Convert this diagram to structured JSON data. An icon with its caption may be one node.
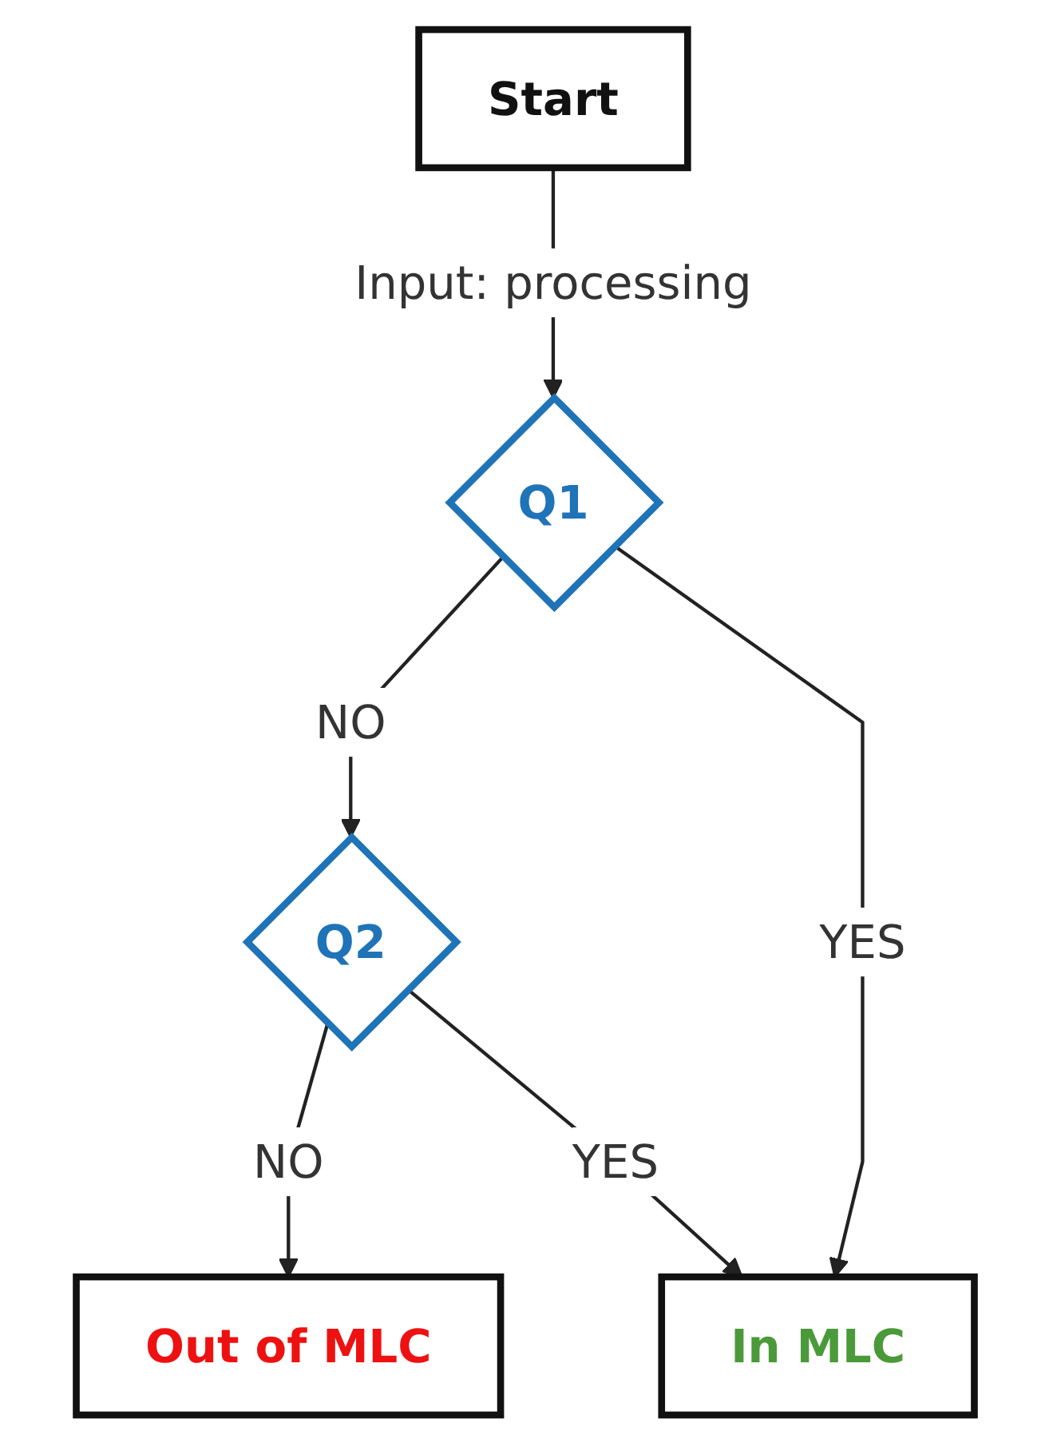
{
  "diagram": {
    "nodes": [
      {
        "text": [
          "Start"
        ]
      },
      {
        "text": [
          "Q1"
        ]
      },
      {
        "text": [
          "Q2"
        ]
      },
      {
        "text": [
          "Out of MLC"
        ]
      },
      {
        "text": [
          "In MLC"
        ]
      }
    ],
    "edges": [
      {
        "from": 0,
        "to": 1,
        "arrow": "to",
        "label": "Input: processing"
      },
      {
        "from": 1,
        "to": 2,
        "arrow": "to",
        "label": "NO"
      },
      {
        "from": 1,
        "to": 4,
        "arrow": "to",
        "label": "YES"
      },
      {
        "from": 2,
        "to": 3,
        "arrow": "to",
        "label": "NO"
      },
      {
        "from": 2,
        "to": 4,
        "arrow": "to",
        "label": "YES"
      }
    ]
  }
}
